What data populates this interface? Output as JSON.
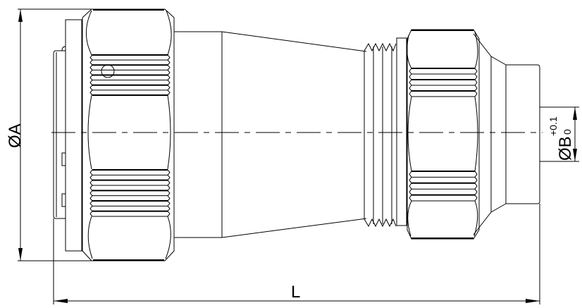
{
  "drawing": {
    "dimension_A": "ØA",
    "dimension_L": "L",
    "dimension_B": "ØB",
    "dimension_B_upper_tolerance": "+0.1",
    "dimension_B_lower_tolerance": "0",
    "line_color": "#000000",
    "background_color": "#ffffff"
  }
}
